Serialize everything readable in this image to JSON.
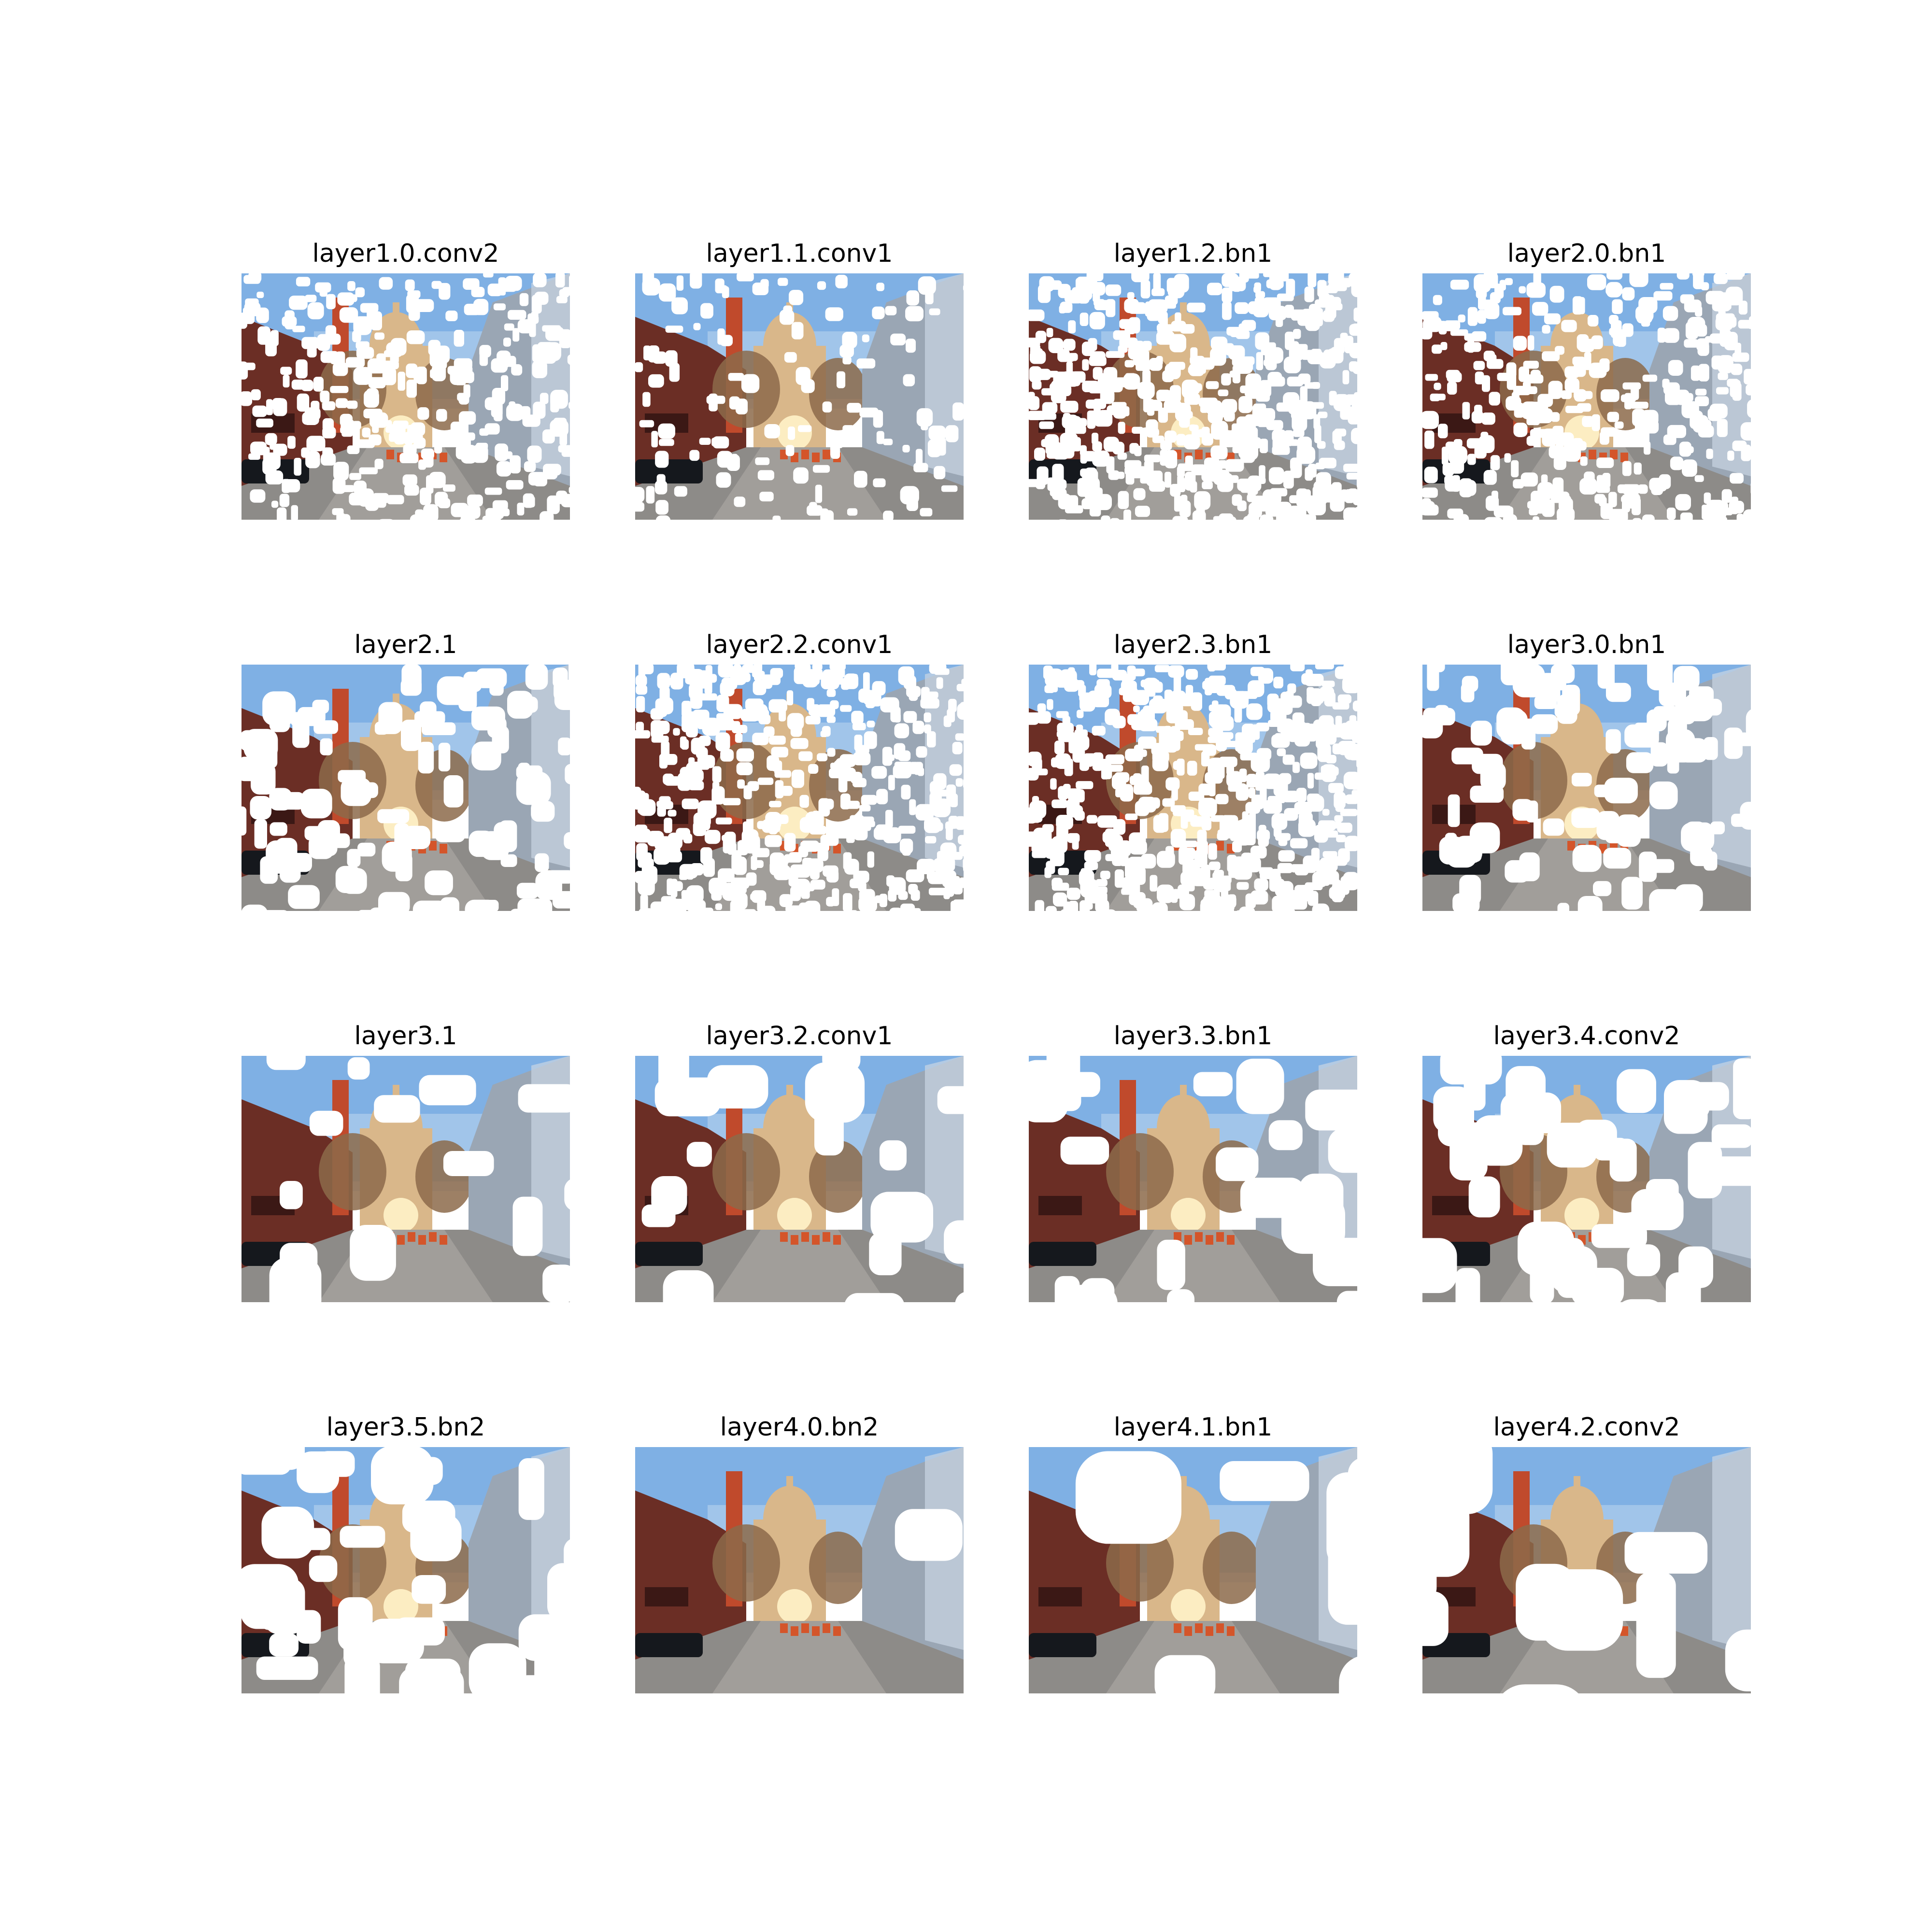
{
  "figure": {
    "panels": [
      {
        "title": "layer1.0.conv2",
        "mask_seed": 11,
        "mask_density": 0.55,
        "mask_size": "small"
      },
      {
        "title": "layer1.1.conv1",
        "mask_seed": 23,
        "mask_density": 0.22,
        "mask_size": "small"
      },
      {
        "title": "layer1.2.bn1",
        "mask_seed": 37,
        "mask_density": 0.93,
        "mask_size": "small"
      },
      {
        "title": "layer2.0.bn1",
        "mask_seed": 41,
        "mask_density": 0.62,
        "mask_size": "small"
      },
      {
        "title": "layer2.1",
        "mask_seed": 53,
        "mask_density": 0.6,
        "mask_size": "medium"
      },
      {
        "title": "layer2.2.conv1",
        "mask_seed": 67,
        "mask_density": 0.8,
        "mask_size": "small"
      },
      {
        "title": "layer2.3.bn1",
        "mask_seed": 71,
        "mask_density": 0.94,
        "mask_size": "small"
      },
      {
        "title": "layer3.0.bn1",
        "mask_seed": 83,
        "mask_density": 0.55,
        "mask_size": "medium"
      },
      {
        "title": "layer3.1",
        "mask_seed": 97,
        "mask_density": 0.28,
        "mask_size": "large"
      },
      {
        "title": "layer3.2.conv1",
        "mask_seed": 101,
        "mask_density": 0.42,
        "mask_size": "large"
      },
      {
        "title": "layer3.3.bn1",
        "mask_seed": 113,
        "mask_density": 0.45,
        "mask_size": "large"
      },
      {
        "title": "layer3.4.conv2",
        "mask_seed": 127,
        "mask_density": 0.82,
        "mask_size": "large"
      },
      {
        "title": "layer3.5.bn2",
        "mask_seed": 131,
        "mask_density": 0.78,
        "mask_size": "large"
      },
      {
        "title": "layer4.0.bn2",
        "mask_seed": 139,
        "mask_density": 0.22,
        "mask_size": "xlarge"
      },
      {
        "title": "layer4.1.bn1",
        "mask_seed": 149,
        "mask_density": 0.72,
        "mask_size": "xlarge"
      },
      {
        "title": "layer4.2.conv2",
        "mask_seed": 157,
        "mask_density": 0.6,
        "mask_size": "xlarge"
      }
    ]
  },
  "scene_colors": {
    "sky": "#7fb0e4",
    "sky_light": "#b8d4ef",
    "dome": "#d9b78a",
    "building_left": "#6b2e25",
    "building_right": "#9aa6b4",
    "tower": "#c04a2c",
    "trees": "#8c6a4a",
    "road": "#8d8b88",
    "road_light": "#b3afa9",
    "barrier": "#d4552a",
    "car": "#15181d",
    "mask": "#ffffff"
  }
}
